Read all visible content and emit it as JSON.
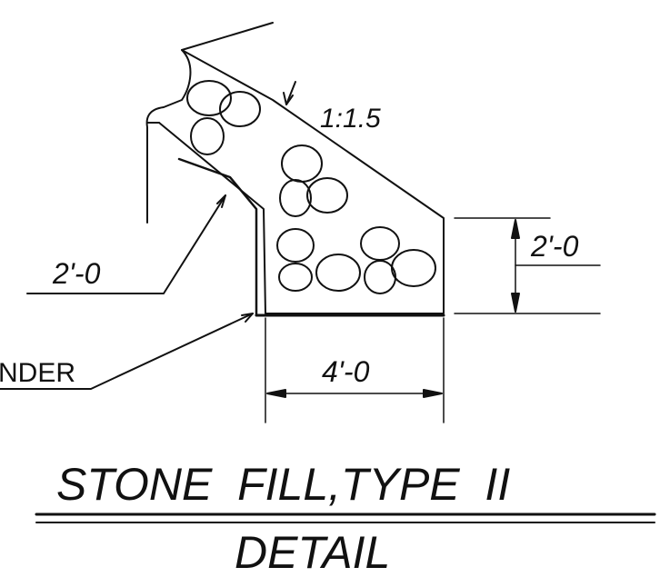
{
  "drawing": {
    "slope_label": "1:1.5",
    "geotextile_dim": "2'-0",
    "height_dim": "2'-0",
    "width_dim": "4'-0",
    "underdrain_label_partial": "NDER",
    "title_line1": "STONE  FILL,TYPE  II",
    "title_line2": "DETAIL"
  },
  "colors": {
    "ink": "#111111",
    "paper": "#ffffff"
  }
}
